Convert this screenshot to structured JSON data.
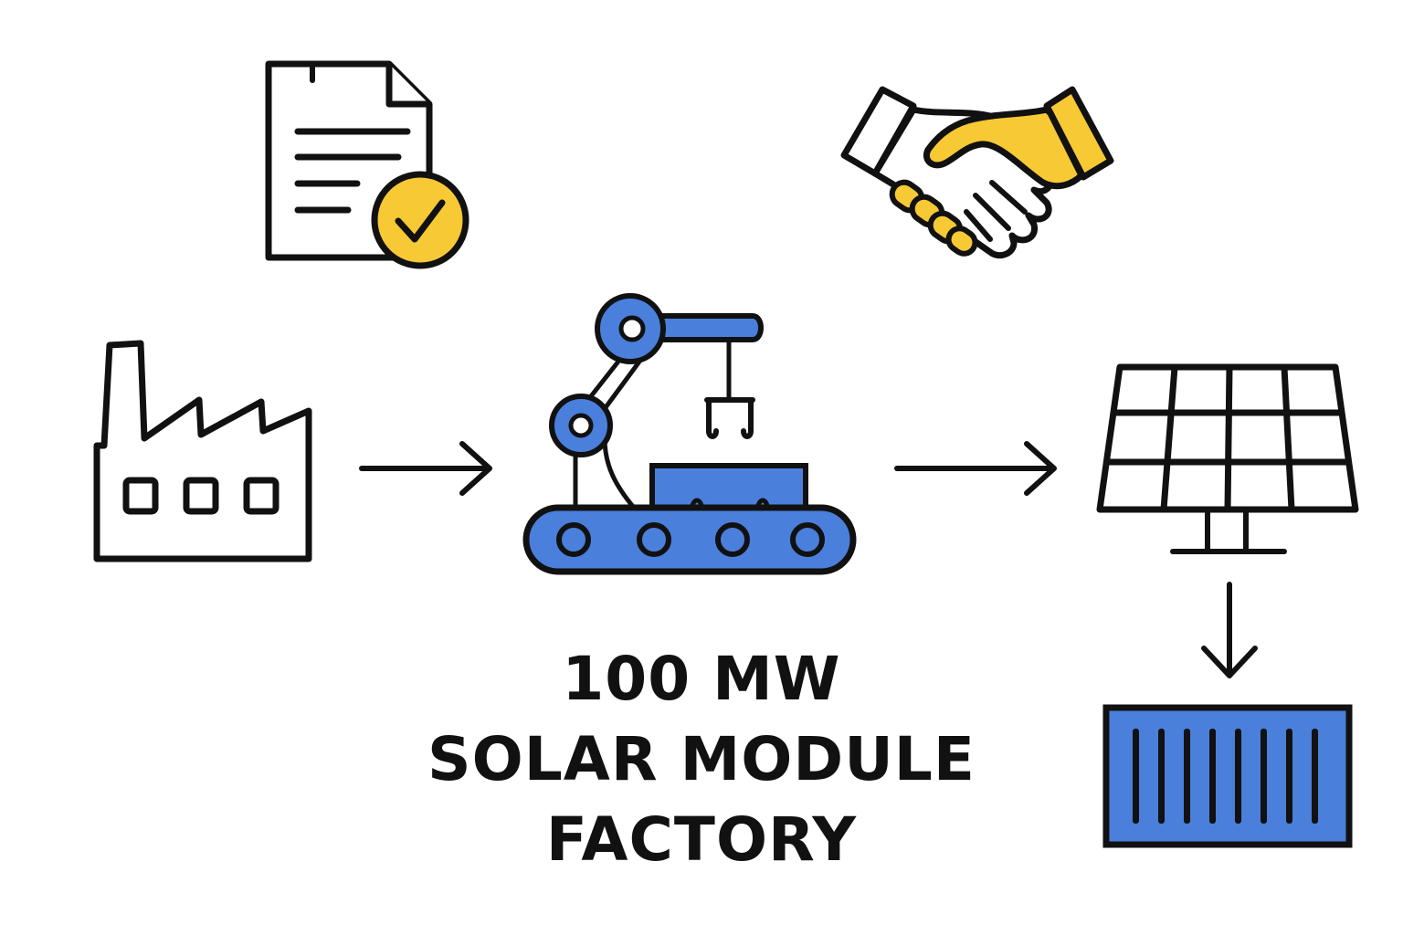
{
  "title": {
    "line1": "100 MW",
    "line2": "SOLAR MODULE",
    "line3": "FACTORY"
  },
  "icons": {
    "document": "document-check-icon",
    "handshake": "handshake-icon",
    "factory": "factory-icon",
    "robot": "robotic-arm-conveyor-icon",
    "solar_panel": "solar-panel-icon",
    "container": "shipping-container-icon"
  },
  "colors": {
    "stroke": "#111111",
    "blue": "#4a7fdc",
    "yellow": "#f7c934",
    "background": "#ffffff"
  }
}
